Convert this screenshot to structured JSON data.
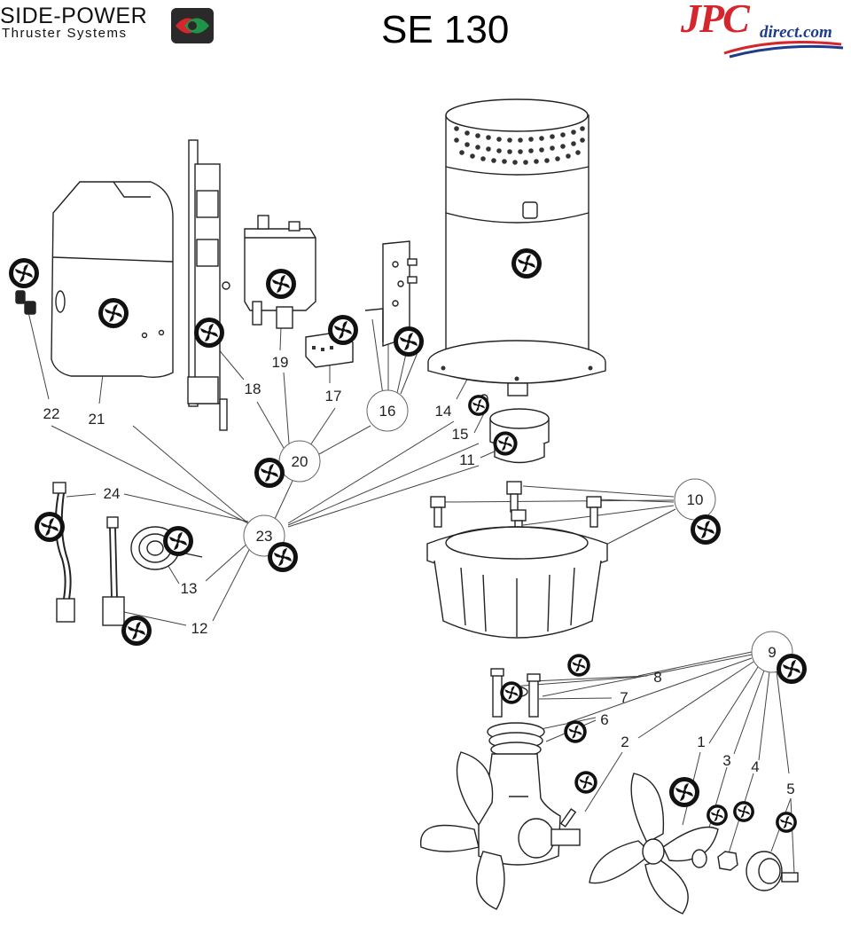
{
  "header": {
    "brand_name": "SIDE-POWER",
    "brand_sub": "Thruster Systems",
    "title": "SE 130",
    "dealer_logo_text": "JPC",
    "dealer_sub": "direct.com"
  },
  "callouts": [
    {
      "id": "c1",
      "text": "1"
    },
    {
      "id": "c2",
      "text": "2"
    },
    {
      "id": "c3",
      "text": "3"
    },
    {
      "id": "c4",
      "text": "4"
    },
    {
      "id": "c5",
      "text": "5"
    },
    {
      "id": "c6",
      "text": "6"
    },
    {
      "id": "c7",
      "text": "7"
    },
    {
      "id": "c8",
      "text": "8"
    },
    {
      "id": "c9",
      "text": "9"
    },
    {
      "id": "c10",
      "text": "10"
    },
    {
      "id": "c11",
      "text": "11"
    },
    {
      "id": "c12",
      "text": "12"
    },
    {
      "id": "c13",
      "text": "13"
    },
    {
      "id": "c14",
      "text": "14"
    },
    {
      "id": "c15",
      "text": "15"
    },
    {
      "id": "c16",
      "text": "16"
    },
    {
      "id": "c17",
      "text": "17"
    },
    {
      "id": "c18",
      "text": "18"
    },
    {
      "id": "c19",
      "text": "19"
    },
    {
      "id": "c20",
      "text": "20"
    },
    {
      "id": "c21",
      "text": "21"
    },
    {
      "id": "c22",
      "text": "22"
    },
    {
      "id": "c23",
      "text": "23"
    },
    {
      "id": "c24",
      "text": "24"
    }
  ],
  "colors": {
    "line": "#333333",
    "badge": "#111111",
    "brand_red": "#d4262c",
    "brand_blue": "#1d3b8f",
    "logo_green": "#1e9a4b"
  }
}
